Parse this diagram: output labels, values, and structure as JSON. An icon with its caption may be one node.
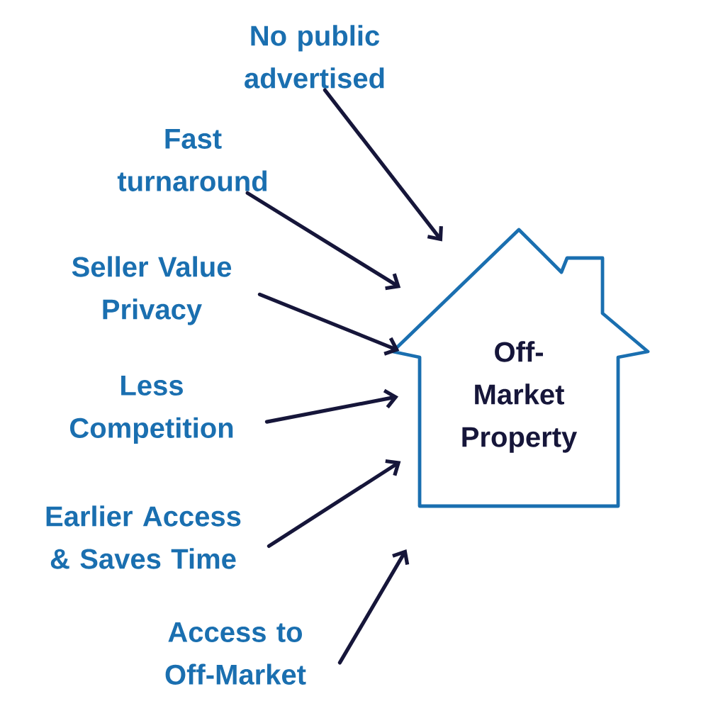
{
  "diagram": {
    "nodes": [
      {
        "text": [
          "No public advertised"
        ]
      },
      {
        "text": [
          "Fast turnaround"
        ]
      },
      {
        "text": [
          "Seller Value Privacy"
        ]
      },
      {
        "text": [
          "Less Competition"
        ]
      },
      {
        "text": [
          "Earlier Access & Saves Time"
        ]
      },
      {
        "text": [
          "Access to Off-Market"
        ]
      },
      {
        "text": [
          "Off-Market Property"
        ]
      }
    ],
    "edges": [
      {
        "from": 0,
        "to": 6,
        "arrow": "to"
      },
      {
        "from": 1,
        "to": 6,
        "arrow": "to"
      },
      {
        "from": 2,
        "to": 6,
        "arrow": "to"
      },
      {
        "from": 3,
        "to": 6,
        "arrow": "to"
      },
      {
        "from": 4,
        "to": 6,
        "arrow": "to"
      },
      {
        "from": 5,
        "to": 6,
        "arrow": "to"
      }
    ]
  }
}
